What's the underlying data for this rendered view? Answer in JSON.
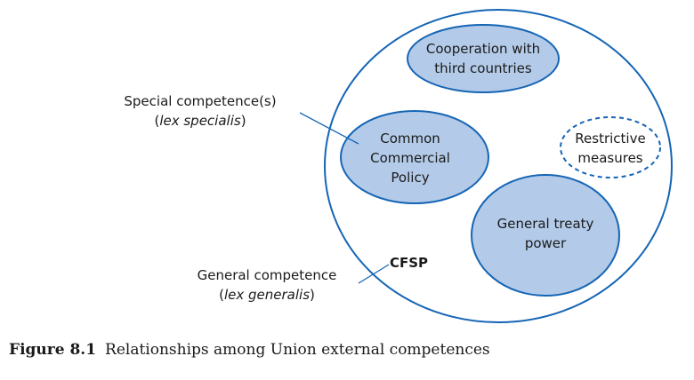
{
  "colors": {
    "stroke": "#1565b5",
    "fill": "#b3cbe9"
  },
  "diagram": {
    "outer_label": "CFSP",
    "circles": {
      "cooperation": [
        "Cooperation with",
        "third countries"
      ],
      "ccp": [
        "Common",
        "Commercial",
        "Policy"
      ],
      "restrictive": [
        "Restrictive",
        "measures"
      ],
      "general_treaty": [
        "General treaty",
        "power"
      ]
    },
    "annotations": {
      "special": {
        "line1": "Special competence(s)",
        "line2_open": "(",
        "line2_italic": "lex specialis",
        "line2_close": ")"
      },
      "general": {
        "line1": "General competence",
        "line2_open": "(",
        "line2_italic": "lex generalis",
        "line2_close": ")"
      }
    }
  },
  "caption": {
    "number": "Figure 8.1",
    "text": "Relationships among Union external competences"
  }
}
